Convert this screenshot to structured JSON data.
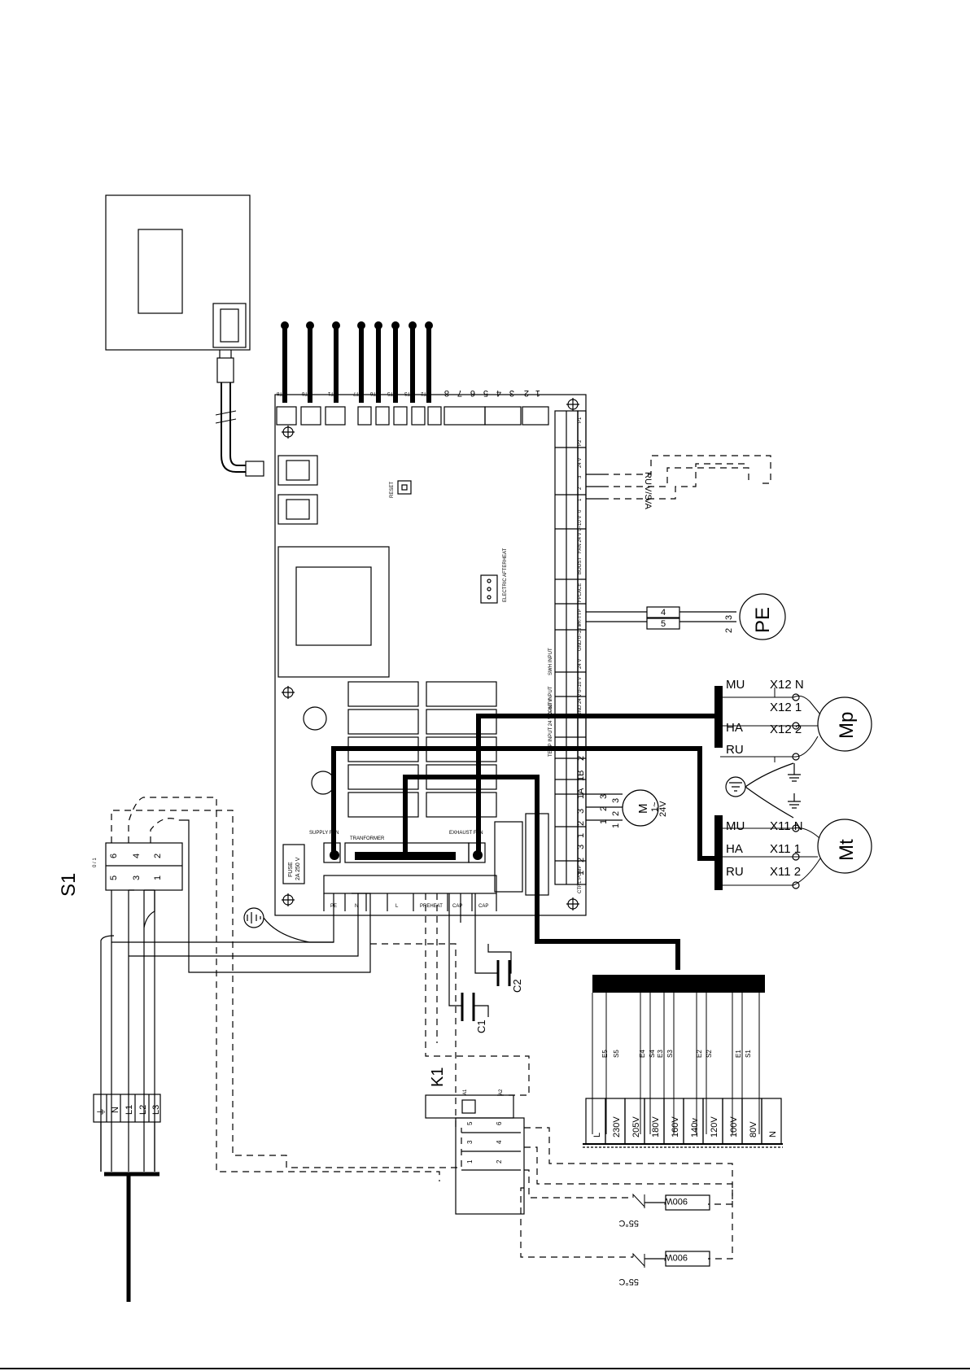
{
  "labels": {
    "s1": "S1",
    "k1": "K1",
    "a1": "A1",
    "a2": "A2",
    "c1": "C1",
    "c2": "C2",
    "pe_circle": "PE",
    "mp": "Mp",
    "mt": "Mt",
    "motor_m": "M",
    "motor_spec1": "1~",
    "motor_spec2": "24V",
    "reset": "RESET",
    "electric_afterheat": "ELECTRIC AFTERHEAT",
    "fuse": "FUSE",
    "fuse_rating": "2A 250 V",
    "supply_fan": "SUPPLY FAN",
    "transformer": "TRANFORMER",
    "exhaust_fan": "EXHAUST FAN",
    "pe": "PE",
    "n": "N",
    "l": "L",
    "preheat": "PREHEAT",
    "cap1": "CAP",
    "cap2": "CAP",
    "heater1": "900W",
    "heater2": "900W",
    "thermo1": "55°C",
    "thermo2": "55°C",
    "mu1": "MU",
    "ha1": "HA",
    "ru1": "RU",
    "mu2": "MU",
    "ha2": "HA",
    "ru2": "RU",
    "x12n": "X12 N",
    "x121": "X12 1",
    "x122": "X12 2",
    "x11n": "X11 N",
    "x111": "X11 1",
    "x112": "X11 2",
    "ru": "RU",
    "vs": "V/S",
    "va": "VA",
    "pe4": "4",
    "pe5": "5",
    "pe2": "2",
    "pe3": "3"
  },
  "sensor_labels": [
    "T8",
    "T6",
    "T1",
    "T7",
    "T6",
    "T5",
    "T3",
    "T2"
  ],
  "top_terminal_numbers": [
    "8",
    "7",
    "6",
    "5",
    "4",
    "3",
    "2",
    "1"
  ],
  "side_terminal_labels": [
    "P1",
    "P2",
    "24 V",
    "3",
    "2",
    "1",
    "0"
  ],
  "side_group_labels": [
    "FAN 24 V 0–10 V",
    "BOOST",
    "FPLACE",
    "FR-TTP",
    "GND 0–10 V",
    "24 V",
    "CONT INPUT",
    "GND 24 V 0–10 V",
    "TEMP INPUT 24 V 0–10 V",
    "2",
    "1B",
    "1A",
    "3",
    "2",
    "1",
    "3",
    "2",
    "1",
    "CTRL PUMP"
  ],
  "side_header": "SWH INPUT",
  "s1_terminals": [
    "6",
    "4",
    "2",
    "5",
    "3",
    "1"
  ],
  "s1_switch": "0 / 1",
  "main_terminals": [
    "⏚",
    "N",
    "L1",
    "L2",
    "L3"
  ],
  "k1_contacts": [
    "5",
    "6",
    "3",
    "4",
    "1",
    "2"
  ],
  "motor_terminals": [
    "3",
    "2",
    "1",
    "1",
    "2",
    "3"
  ],
  "speed_terminals": [
    "L",
    "230V",
    "205V",
    "180V",
    "160V",
    "140v",
    "120V",
    "100V",
    "80V",
    "N"
  ],
  "speed_wire_labels": [
    "E5",
    "S5",
    "E4",
    "S4",
    "E3",
    "S3",
    "E2",
    "S2",
    "E1",
    "S1"
  ]
}
